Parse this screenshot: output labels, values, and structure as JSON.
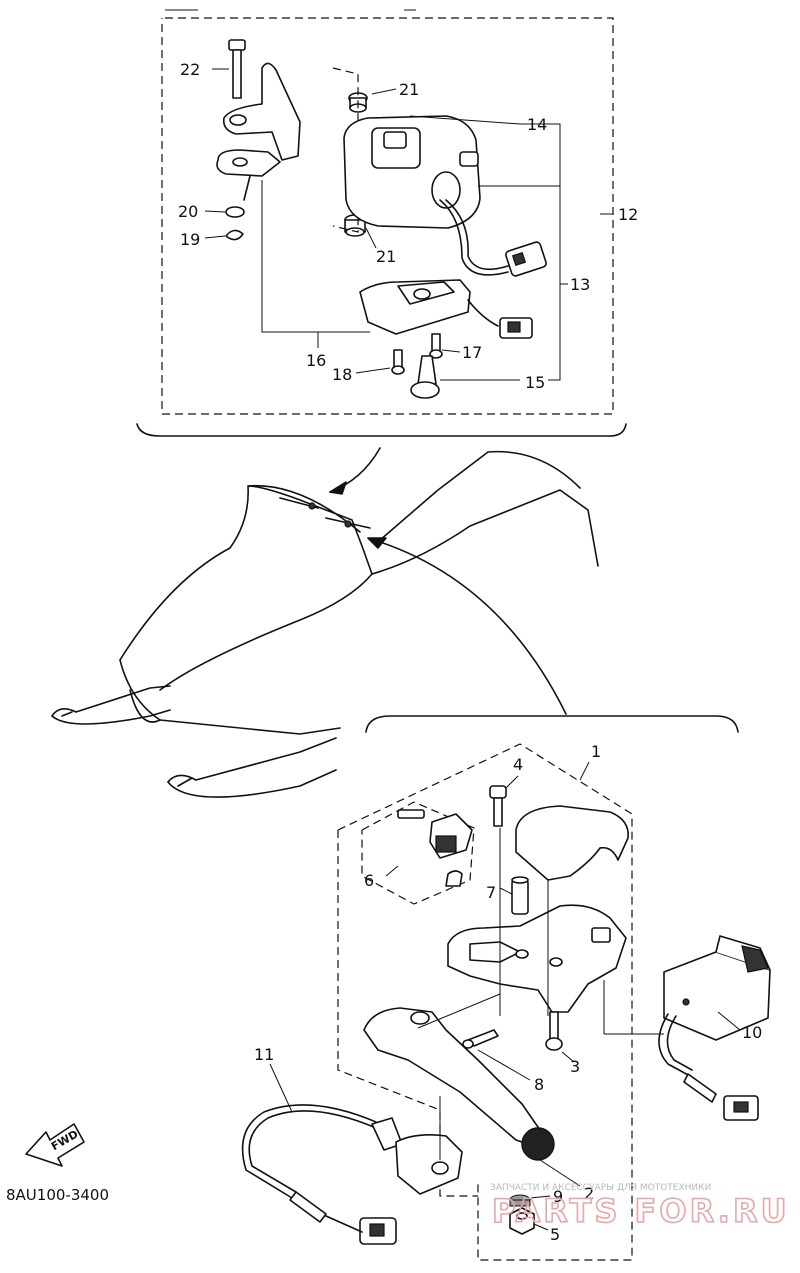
{
  "callouts": {
    "c1": "1",
    "c2": "2",
    "c3": "3",
    "c4": "4",
    "c5": "5",
    "c6": "6",
    "c7": "7",
    "c8": "8",
    "c9": "9",
    "c10": "10",
    "c11": "11",
    "c12": "12",
    "c13": "13",
    "c14": "14",
    "c15": "15",
    "c16": "16",
    "c17": "17",
    "c18": "18",
    "c19": "19",
    "c20": "20",
    "c21a": "21",
    "c21b": "21",
    "c22": "22"
  },
  "fwd_label": "FWD",
  "diagram_code": "8AU100-3400",
  "watermark": {
    "tagline": "ЗАПЧАСТИ И АКСЕССУАРЫ ДЛЯ МОТОТЕХНИКИ",
    "site": "PARTS FOR.RU"
  },
  "icons": {
    "direction_arrow": "fwd-arrow-icon"
  }
}
